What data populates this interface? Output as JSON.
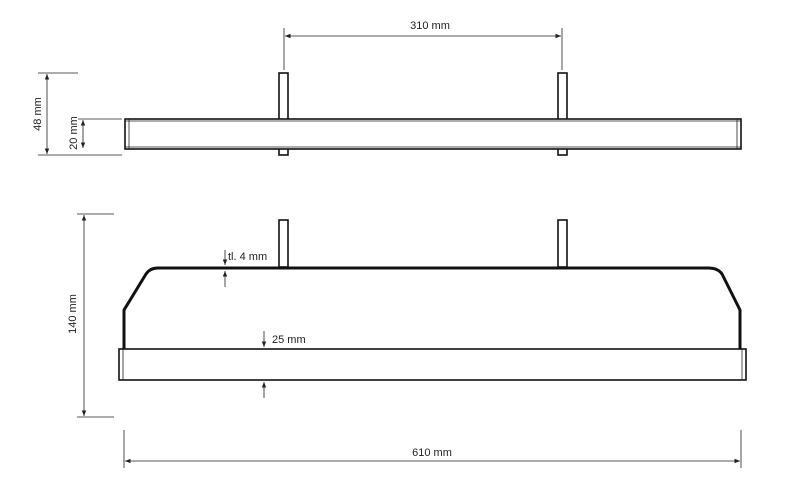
{
  "dimensions": {
    "top_span": "310 mm",
    "top_height": "48 mm",
    "top_bar_height": "20 mm",
    "total_height": "140 mm",
    "wall_thickness": "tl. 4 mm",
    "base_thickness": "25 mm",
    "total_width": "610 mm"
  }
}
